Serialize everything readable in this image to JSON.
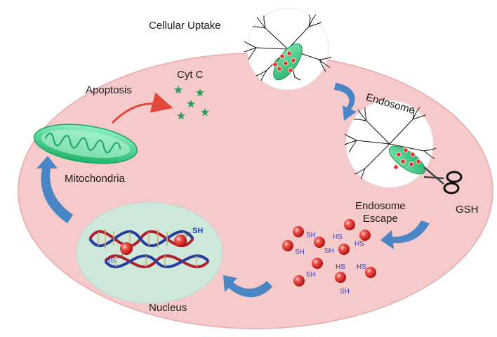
{
  "labels": {
    "cellular_uptake": "Cellular Uptake",
    "endosome": "Endosome",
    "cyt_c": "Cyt C",
    "apoptosis": "Apoptosis",
    "mitochondria": "Mitochondria",
    "gsh": "GSH",
    "endosome_escape": "Endosome\nEscape",
    "nucleus": "Nucleus"
  },
  "thiol_labels": {
    "sh": "SH",
    "hs": "HS"
  },
  "colors": {
    "cell_fill": "#f6caca",
    "cell_stroke": "#e7a9a9",
    "nucleus_fill": "#cfe8dc",
    "mito_green": "#3fd58a",
    "cyt_c_star": "#2f9e5a",
    "arrow_blue": "#4a86c6",
    "apoptosis_arrow": "#e0483c",
    "nanoparticle_red": "#e8302a",
    "thiol_blue": "#2f3fc8",
    "dna_red": "#b01f2e",
    "dna_blue": "#263d9c"
  },
  "icons": [
    "dendrimer-icon",
    "scissors-icon",
    "star-icon",
    "dna-helix-icon",
    "mitochondria-icon",
    "nanoparticle-icon"
  ]
}
